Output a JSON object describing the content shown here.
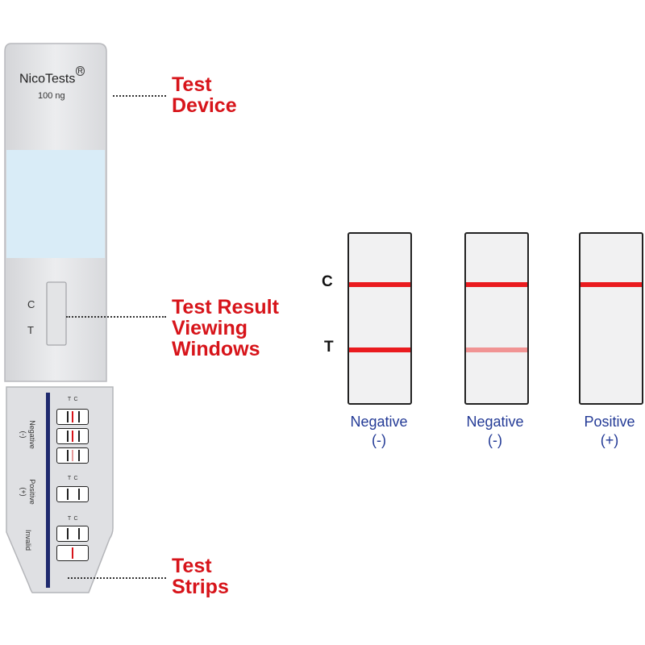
{
  "device": {
    "brand": "NicoTests",
    "registered_mark": "R",
    "dose": "100 ng",
    "window_c": "C",
    "window_t": "T"
  },
  "callouts": [
    {
      "line1": "Test",
      "line2": "Device",
      "line3": ""
    },
    {
      "line1": "Test Result",
      "line2": "Viewing",
      "line3": "Windows"
    },
    {
      "line1": "Test",
      "line2": "Strips",
      "line3": ""
    }
  ],
  "strip_card": {
    "mini_c": "C",
    "mini_t": "T",
    "negative_label": "Negative",
    "negative_sign": "(-)",
    "positive_label": "Positive",
    "positive_sign": "(+)",
    "invalid_label": "Invalid"
  },
  "results": {
    "row_c": "C",
    "row_t": "T",
    "strips": [
      {
        "label": "Negative",
        "sign": "(-)",
        "c_line": "strong",
        "t_line": "strong"
      },
      {
        "label": "Negative",
        "sign": "(-)",
        "c_line": "strong",
        "t_line": "faint"
      },
      {
        "label": "Positive",
        "sign": "(+)",
        "c_line": "strong",
        "t_line": "none"
      }
    ]
  },
  "colors": {
    "callout_red": "#d7141a",
    "line_red": "#ea1b1f",
    "faint_red": "#f19494",
    "result_blue": "#233a96",
    "card_blue": "#1f2a6e",
    "window_blue": "#d9ecf7"
  }
}
